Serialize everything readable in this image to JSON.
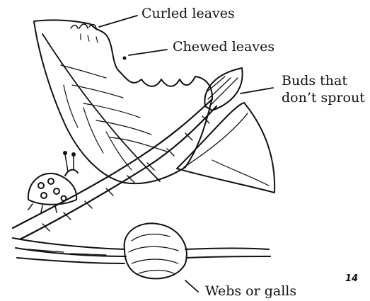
{
  "labels": {
    "curled_leaves": "Curled leaves",
    "chewed_leaves": "Chewed leaves",
    "buds_line1": "Buds that",
    "buds_line2": "don’t sprout",
    "webs_or_galls": "Webs or galls"
  },
  "corner_mark": "14",
  "colors": {
    "ink": "#111111",
    "background": "#ffffff"
  }
}
